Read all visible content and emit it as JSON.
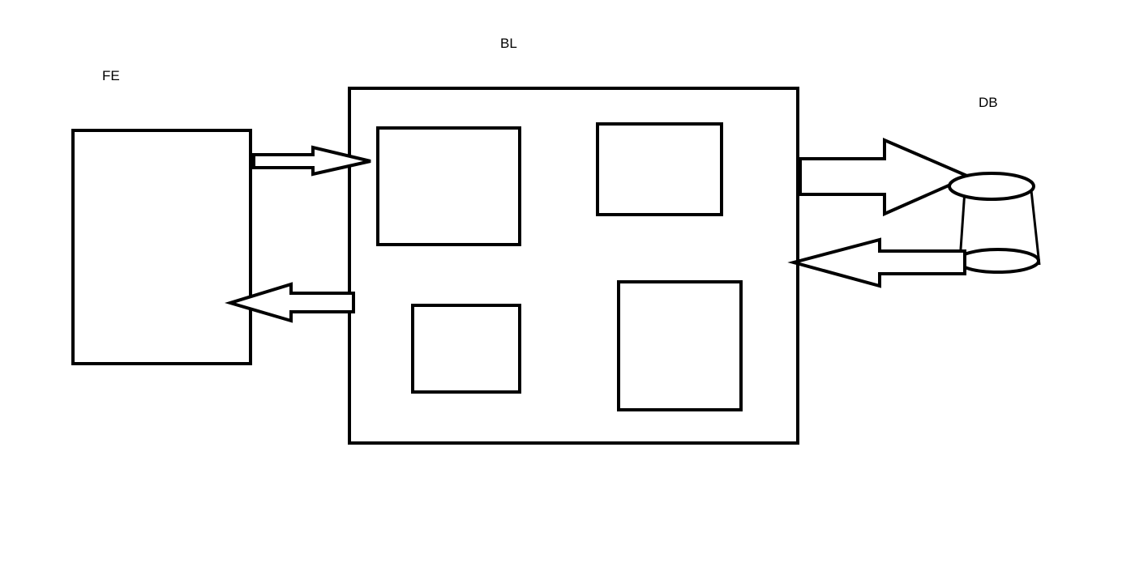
{
  "labels": {
    "frontend": "FE",
    "business_logic": "BL",
    "database": "DB"
  },
  "colors": {
    "stroke": "#000000",
    "background": "#ffffff"
  }
}
